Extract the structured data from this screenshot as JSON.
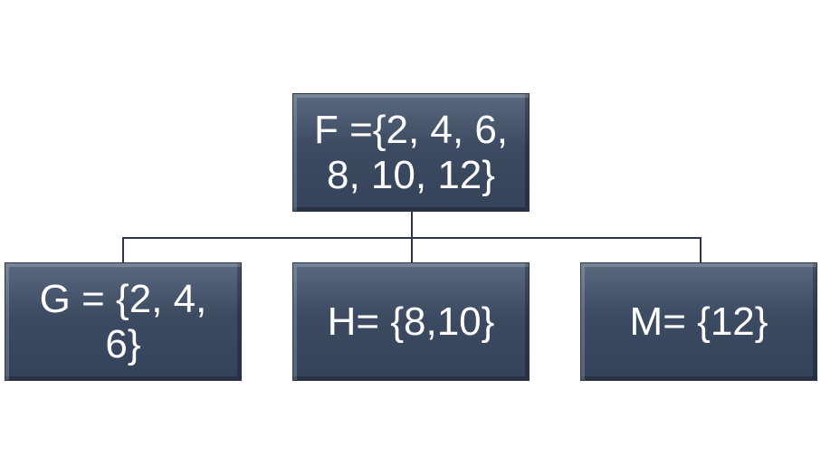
{
  "nodes": {
    "root": "F ={2, 4, 6, 8, 10, 12}",
    "g": "G = {2, 4, 6}",
    "h": "H= {8,10}",
    "m": "M= {12}"
  }
}
